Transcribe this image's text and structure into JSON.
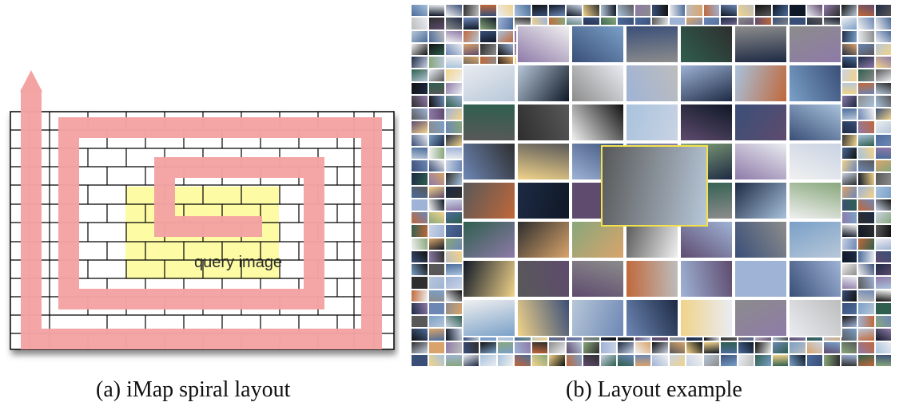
{
  "figure_a": {
    "query_label": "query image",
    "caption": "(a) iMap spiral layout",
    "colors": {
      "grid_line": "#000000",
      "spiral": "#f4a3a3",
      "query_fill": "#fdfca4",
      "panel_shadow": "#6b6b6b"
    }
  },
  "figure_b": {
    "caption": "(b) Layout example",
    "colors": {
      "query_border": "#f3e24a",
      "tile_border": "#ffffff"
    }
  }
}
